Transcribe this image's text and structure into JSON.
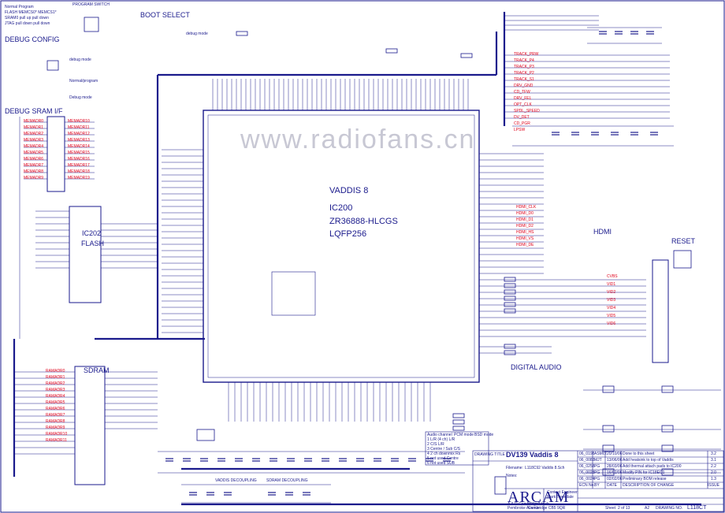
{
  "titles": {
    "program_switch": "PROGRAM SWITCH",
    "boot_select": "BOOT SELECT",
    "debug_config": "DEBUG CONFIG",
    "debug_sram": "DEBUG SRAM I/F",
    "flash_ref": "IC202",
    "flash_name": "FLASH",
    "sdram": "SDRAM",
    "vaddis": "VADDIS 8",
    "ic_ref": "IC200",
    "ic_part": "ZR36888-HLCGS",
    "ic_pkg": "LQFP256",
    "hdmi": "HDMI",
    "reset": "RESET",
    "digital_audio": "DIGITAL AUDIO",
    "vaddis_decoupling": "VADDIS DECOUPLING",
    "sdram_decoupling": "SDRAM DECOUPLING",
    "watermark": "www.radiofans.cn"
  },
  "boot_table": {
    "header": "Normal Program",
    "rows": [
      "FLASH  MEMCS0*  MEMCS1*",
      "SRAM0  pull up  pull down",
      "JTAG   pull down  pull down"
    ]
  },
  "debug": {
    "debug_mode": "debug mode",
    "normal_program": "Normal/program",
    "debug_mode2": "Debug mode",
    "debug_mode3": "debug mode"
  },
  "title_block": {
    "drawing_title_label": "DRAWING TITLE",
    "drawing_title": "DV139 Vaddis 8",
    "filename_label": "Filename:",
    "filename": "L118C92 Vaddis 8.Sch",
    "notes_label": "Notes:",
    "company": "ARCAM",
    "address": [
      "A & R Cambridge Ltd.",
      "Pembroke Avenue",
      "Waterbeach",
      "Cambridge CB5 9QR"
    ],
    "sheet_label": "Sheet",
    "sheet": "2 of 13",
    "size": "A2",
    "drawing_no_label": "DRAWING NO.",
    "drawing_no": "L118CT",
    "revisions": [
      {
        "ecn": "06_0198",
        "by": "ASMcT",
        "date": "20/10/06",
        "desc": "Done to this sheet",
        "issue": "3.2"
      },
      {
        "ecn": "06_0083",
        "by": "MJT",
        "date": "13/06/06",
        "desc": "Add heatsink to top of Vaddis",
        "issue": "3.1"
      },
      {
        "ecn": "06_0258",
        "by": "PG",
        "date": "28/03/06",
        "desc": "Add thermal attach pads to IC200",
        "issue": "2.2"
      },
      {
        "ecn": "06_0028",
        "by": "PG",
        "date": "16/02/06",
        "desc": "Modify PIN for IC18EC1",
        "issue": "2.0"
      },
      {
        "ecn": "06_0024",
        "by": "PG",
        "date": "02/02/06",
        "desc": "Preliminary BOM release",
        "issue": "1.3"
      }
    ],
    "rev_headers": [
      "ECN No.",
      "BY",
      "DATE",
      "DESCRIPTION OF CHANGE",
      "ISSUE"
    ],
    "contact_label": "Contact Engineer:",
    "contact": "Mark Tweedale"
  },
  "audio_table": {
    "header": [
      "Audio channel",
      "PCM mode",
      "BSD mode"
    ],
    "rows": [
      "1  L/R (4 ch)  L/R",
      "2  C/S  L/R",
      "3  Centre / Sub  C/S",
      "4  2 ch downmix  Rs",
      "5  not used  Centre",
      "6  not used  SUB"
    ]
  },
  "watermark_ok": true,
  "nets": {
    "left_sram": [
      "MEMADR0",
      "MEMADR1",
      "MEMADR2",
      "MEMADR3",
      "MEMADR4",
      "MEMADR5",
      "MEMADR6",
      "MEMADR7",
      "MEMADR8",
      "MEMADR9",
      "MEMADR10",
      "MEMADR11",
      "MEMADR12",
      "MEMADR13",
      "MEMADR14",
      "MEMADR15",
      "MEMADR16",
      "MEMADR17",
      "MEMADR18",
      "MEMADR19"
    ],
    "sdram_addr": [
      "RAMADR0",
      "RAMADR1",
      "RAMADR2",
      "RAMADR3",
      "RAMADR4",
      "RAMADR5",
      "RAMADR6",
      "RAMADR7",
      "RAMADR8",
      "RAMADR9",
      "RAMADR10",
      "RAMADR11"
    ],
    "right_io": [
      "TRACK_PRW",
      "TRACK_P4",
      "TRACK_P3",
      "TRACK_P2",
      "TRACK_S1",
      "DRV_GND",
      "CD_TFW",
      "DRV_FEL",
      "OPT_CLK",
      "SPDL_SPEED",
      "DV_DET",
      "CD_PGR",
      "LPSW"
    ],
    "hdmi_nets": [
      "HDMI_CLK",
      "HDMI_D0",
      "HDMI_D1",
      "HDMI_D2",
      "HDMI_HS",
      "HDMI_VS",
      "HDMI_DE"
    ],
    "video_nets": [
      "CVBS",
      "VID1",
      "VID2",
      "VID3",
      "VID4",
      "VID5",
      "VID6"
    ]
  }
}
